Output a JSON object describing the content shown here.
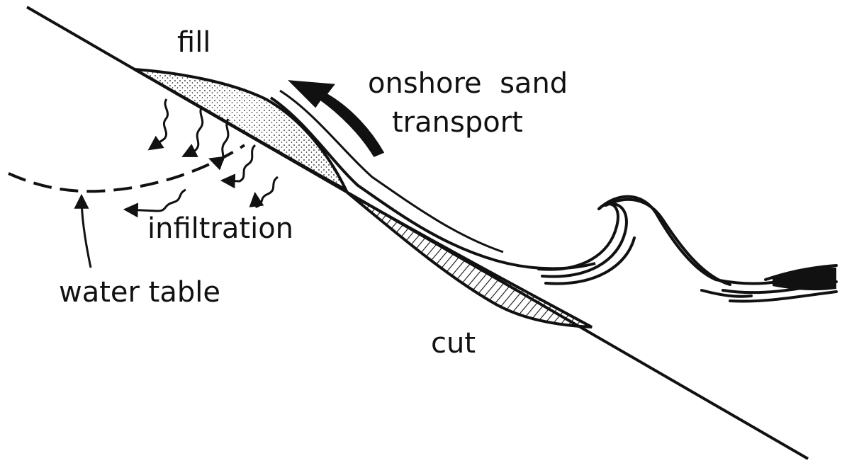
{
  "labels": {
    "fill": "fill",
    "onshore_line1": "onshore  sand",
    "onshore_line2": "transport",
    "infiltration": "infiltration",
    "water_table": "water table",
    "cut": "cut"
  },
  "colors": {
    "ink": "#111111",
    "background": "#ffffff"
  }
}
